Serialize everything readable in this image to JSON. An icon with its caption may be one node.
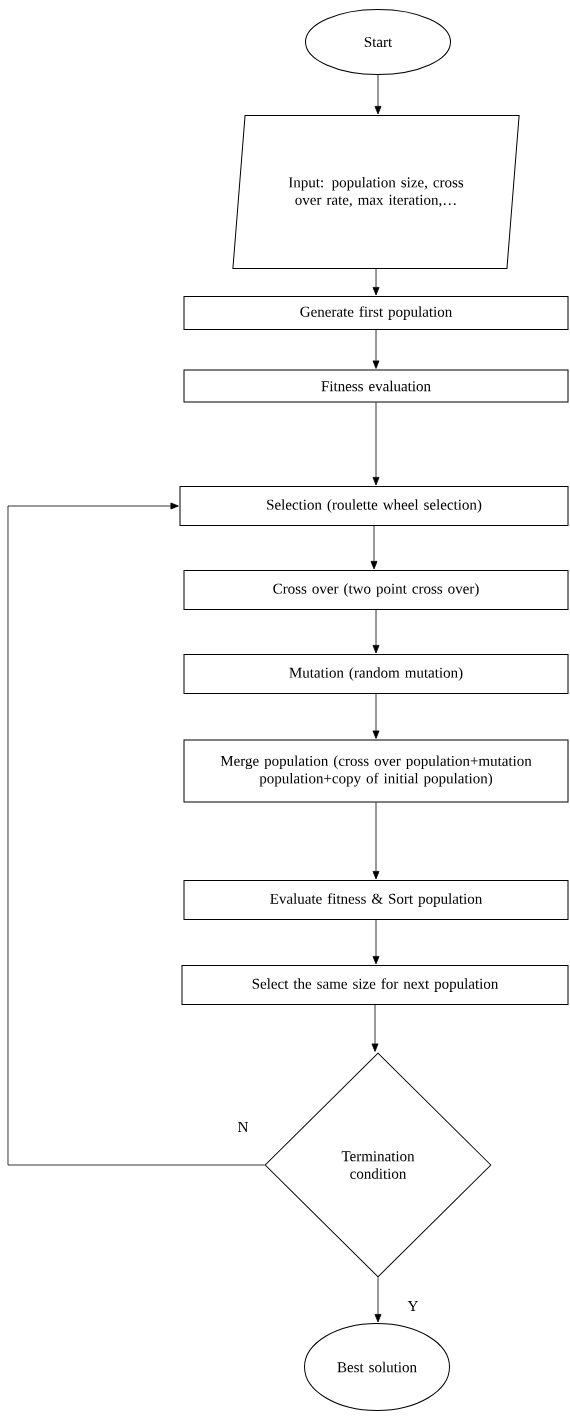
{
  "diagram": {
    "nodes": [
      {
        "text": [
          "Start"
        ]
      },
      {
        "text": [
          "Input: population size, cross over rate, max iteration,…"
        ]
      },
      {
        "text": [
          "Generate first population"
        ]
      },
      {
        "text": [
          "Fitness evaluation"
        ]
      },
      {
        "text": [
          "Selection (roulette wheel selection)"
        ]
      },
      {
        "text": [
          "Cross over (two point cross over)"
        ]
      },
      {
        "text": [
          "Mutation (random mutation)"
        ]
      },
      {
        "text": [
          "Merge population (cross over population+mutation population+copy of initial population)"
        ]
      },
      {
        "text": [
          "Evaluate fitness & Sort population"
        ]
      },
      {
        "text": [
          "Select the same size for next population"
        ]
      },
      {
        "text": [
          "Termination condition"
        ]
      },
      {
        "text": [
          "Best solution"
        ]
      }
    ],
    "edges": [
      {
        "from": 0,
        "to": 1,
        "arrow": "to"
      },
      {
        "from": 1,
        "to": 2,
        "arrow": "to"
      },
      {
        "from": 2,
        "to": 3,
        "arrow": "to"
      },
      {
        "from": 3,
        "to": 4,
        "arrow": "to"
      },
      {
        "from": 4,
        "to": 5,
        "arrow": "to"
      },
      {
        "from": 5,
        "to": 6,
        "arrow": "to"
      },
      {
        "from": 6,
        "to": 7,
        "arrow": "to"
      },
      {
        "from": 7,
        "to": 8,
        "arrow": "to"
      },
      {
        "from": 8,
        "to": 9,
        "arrow": "to"
      },
      {
        "from": 9,
        "to": 10,
        "arrow": "to"
      },
      {
        "from": 10,
        "to": 4,
        "arrow": "to",
        "label": "N"
      },
      {
        "from": 10,
        "to": 11,
        "arrow": "to",
        "label": "Y"
      }
    ]
  }
}
